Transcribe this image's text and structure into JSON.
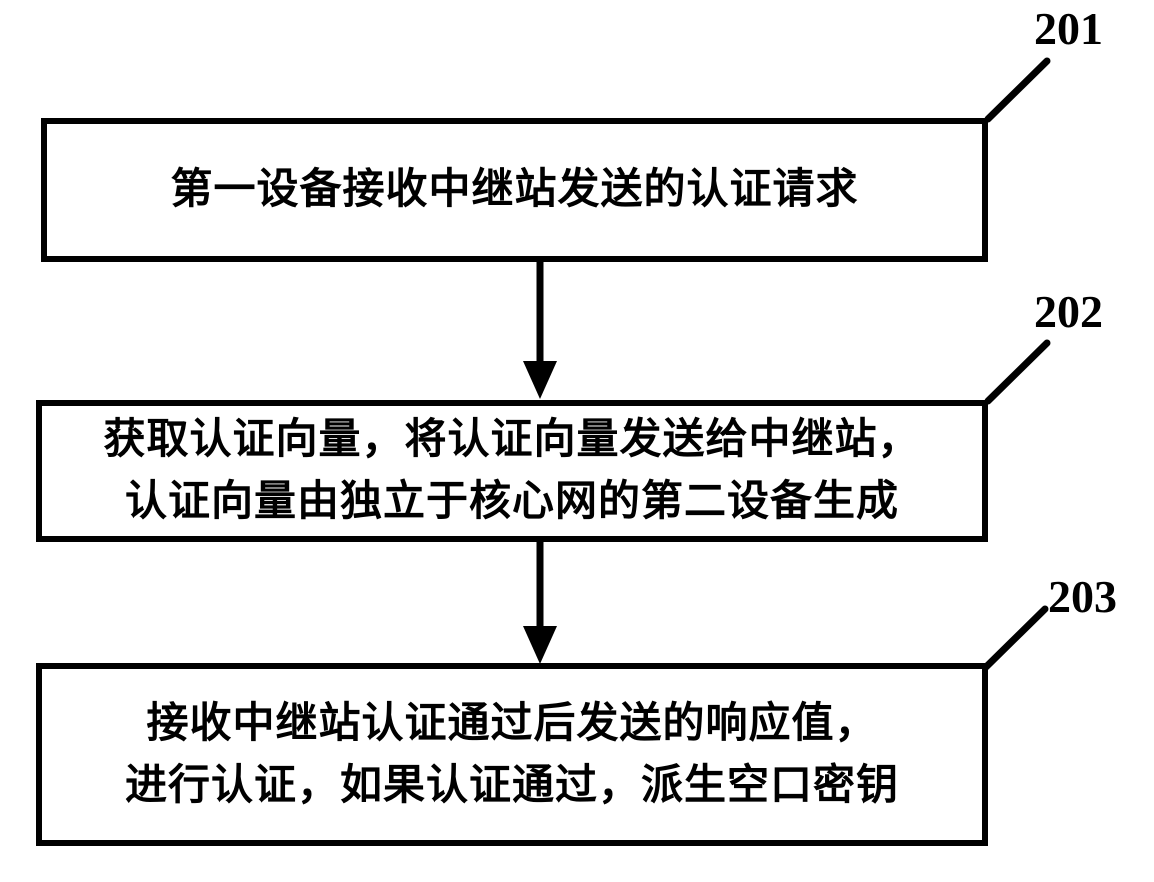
{
  "figure": {
    "background_color": "#ffffff",
    "ink_color": "#000000"
  },
  "steps": [
    {
      "label": "201",
      "lines": [
        "第一设备接收中继站发送的认证请求"
      ]
    },
    {
      "label": "202",
      "lines": [
        "获取认证向量，将认证向量发送给中继站，",
        "认证向量由独立于核心网的第二设备生成"
      ]
    },
    {
      "label": "203",
      "lines": [
        "接收中继站认证通过后发送的响应值，",
        "进行认证，如果认证通过，派生空口密钥"
      ]
    }
  ]
}
